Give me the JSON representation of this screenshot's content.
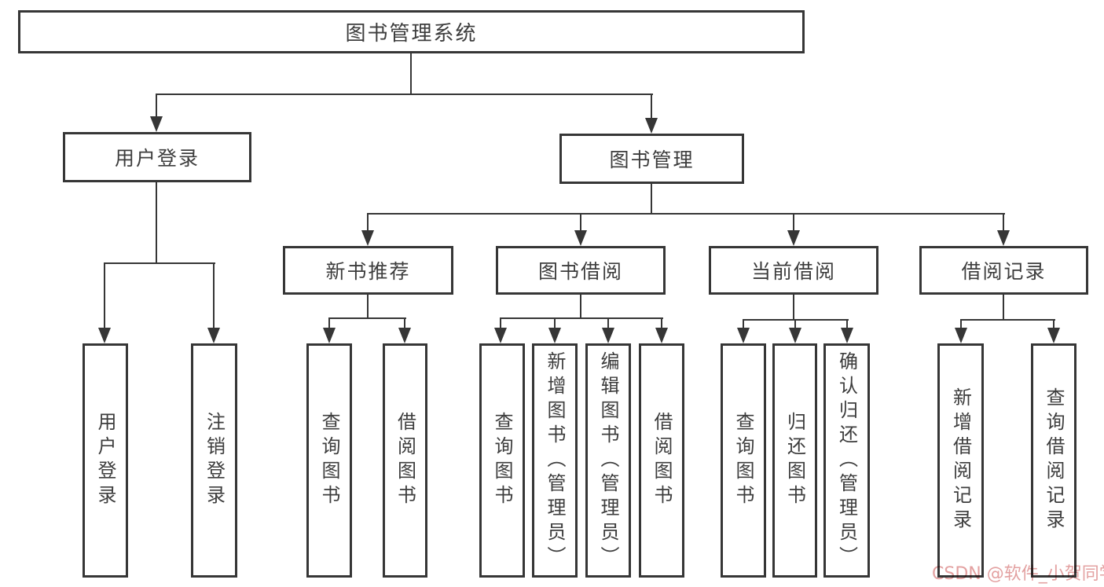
{
  "diagram": {
    "type": "hierarchy-tree",
    "title": "图书管理系统",
    "colors": {
      "line": "#363636",
      "text": "#3d3d3d",
      "background": "#ffffff",
      "watermark": "#e3a1a1"
    },
    "watermark": {
      "text": "CSDN @软件_小贺同学"
    },
    "tree": {
      "label": "图书管理系统",
      "children": [
        {
          "label": "用户登录",
          "children": [
            {
              "label": "用户登录"
            },
            {
              "label": "注销登录"
            }
          ]
        },
        {
          "label": "图书管理",
          "children": [
            {
              "label": "新书推荐",
              "children": [
                {
                  "label": "查询图书"
                },
                {
                  "label": "借阅图书"
                }
              ]
            },
            {
              "label": "图书借阅",
              "children": [
                {
                  "label": "查询图书"
                },
                {
                  "label": "新增图书（管理员）"
                },
                {
                  "label": "编辑图书（管理员）"
                },
                {
                  "label": "借阅图书"
                }
              ]
            },
            {
              "label": "当前借阅",
              "children": [
                {
                  "label": "查询图书"
                },
                {
                  "label": "归还图书"
                },
                {
                  "label": "确认归还（管理员）"
                }
              ]
            },
            {
              "label": "借阅记录",
              "children": [
                {
                  "label": "新增借阅记录"
                },
                {
                  "label": "查询借阅记录"
                }
              ]
            }
          ]
        }
      ]
    }
  }
}
